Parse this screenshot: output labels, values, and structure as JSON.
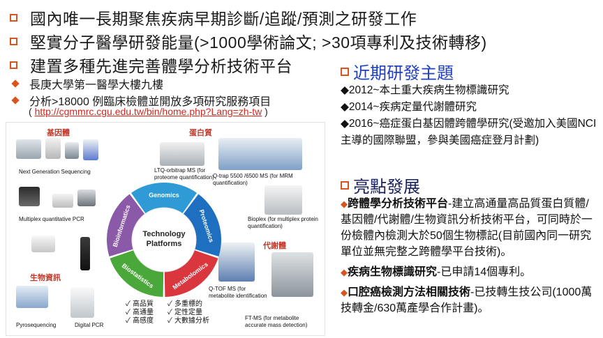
{
  "bullets": [
    "國內唯一長期聚焦疾病早期診斷/追蹤/預測之研發工作",
    "堅實分子醫學研發能量(>1000學術論文; >30項專利及技術轉移)",
    "建置多種先進完善體學分析技術平台"
  ],
  "sub_bullets": [
    "長庚大學第一醫學大樓九樓",
    "分析>18000 例臨床檢體並開放多項研究服務項目"
  ],
  "url": {
    "open": "( ",
    "link": "http://cgmmrc.cgu.edu.tw/bin/home.php?Lang=zh-tw",
    "close": " )"
  },
  "figure": {
    "headers": {
      "genome": "基因體",
      "protein": "蛋白質",
      "metabolite": "代謝體",
      "bioinfo": "生物資訊"
    },
    "center": "Technology Platforms",
    "ring": [
      "Genomics",
      "Proteomics",
      "Metabolomics",
      "Biostatistics",
      "Bioinformatics"
    ],
    "ring_colors": [
      "#2f9bd6",
      "#1f6fc0",
      "#d9363e",
      "#4aa83a",
      "#8a5aa8"
    ],
    "devices": {
      "ngs": "Next Generation Sequencing",
      "pcr": "Multiplex quantitative PCR",
      "pyro": "Pyrosequencing",
      "dpcr": "Digital PCR",
      "ltq": "LTQ-orbitrap MS  (for proteome quantification)",
      "qtrap": "Q-trap 5500 /6500 MS (for MRM quantification)",
      "bioplex": "Bioplex (for multiplex protein quantification)",
      "qtof": "Q-TOF MS (for metabolite identification",
      "ftms": "FT-MS (for metabolite accurate mass detection)"
    },
    "legend": [
      "✓ 高品質",
      "✓ 多重標的",
      "✓ 高通量",
      "✓ 定性定量",
      "✓ 高感度",
      "✓ 大數據分析"
    ]
  },
  "recent": {
    "title": "近期研發主題",
    "items": [
      "◆2012~本土重大疾病生物標識研究",
      "◆2014~疾病定量代謝體研究",
      "◆2016~癌症蛋白基因體跨體學研究(受邀加入美國NCI主導的國際聯盟，參與美國癌症登月計劃)"
    ]
  },
  "highlights": {
    "title": "亮點發展",
    "items": [
      {
        "head": "跨體學分析技術平台",
        "body": "-建立高通量高品質蛋白質體/基因體/代謝體/生物資訊分析技術平台，可同時於一份檢體內檢測大於50個生物標記(目前國內同一研究單位並無完整之跨體學平台技術)。"
      },
      {
        "head": "疾病生物標識研究",
        "body": "-已申請14個專利。"
      },
      {
        "head": "口腔癌檢測方法相關技術",
        "body": "-已技轉生技公司(1000萬技轉金/630萬產學合作計畫)。"
      }
    ]
  },
  "colors": {
    "accent": "#d9541e",
    "link": "#d4261c",
    "title_blue": "#1f3fc4",
    "title_navy": "#17205a"
  }
}
